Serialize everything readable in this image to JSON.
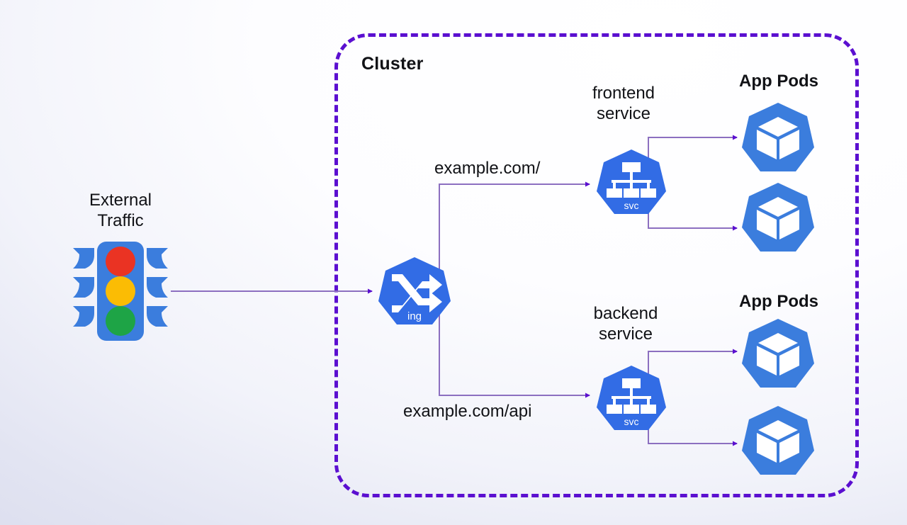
{
  "diagram": {
    "title": "Kubernetes Ingress routing diagram",
    "background": {
      "gradient_from": "#ffffff",
      "gradient_to": "#dcdeee"
    },
    "cluster": {
      "label": "Cluster",
      "border_color": "#5B0FD0",
      "border_style": "dashed"
    },
    "external": {
      "label": "External\nTraffic",
      "icon": "traffic-light-icon",
      "colors": {
        "body": "#3b7ddd",
        "red": "#ea3323",
        "yellow": "#fbbc04",
        "green": "#1ea446"
      }
    },
    "ingress": {
      "icon": "kubernetes-ingress-icon",
      "badge": "ing",
      "color": "#326ce5"
    },
    "routes": [
      {
        "label": "example.com/",
        "target": "frontend service"
      },
      {
        "label": "example.com/api",
        "target": "backend service"
      }
    ],
    "services": [
      {
        "name": "frontend\nservice",
        "icon": "kubernetes-service-icon",
        "badge": "svc",
        "color": "#326ce5",
        "pods_label": "App Pods",
        "pod_count": 2
      },
      {
        "name": "backend\nservice",
        "icon": "kubernetes-service-icon",
        "badge": "svc",
        "color": "#326ce5",
        "pods_label": "App Pods",
        "pod_count": 2
      }
    ],
    "pod": {
      "icon": "kubernetes-pod-icon",
      "color": "#3b7ddd"
    },
    "connector": {
      "color": "#8c6fc0",
      "arrow_color": "#5B0FD0"
    }
  }
}
